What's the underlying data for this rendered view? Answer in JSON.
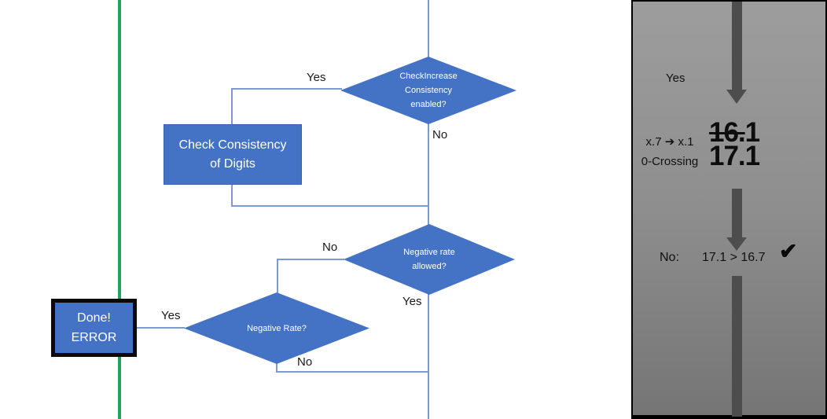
{
  "colors": {
    "shape_blue": "#4472C4",
    "connector_blue": "#7C99D3",
    "divider_green": "#1FA45C",
    "panel_arrow_gray": "#4D4D4D",
    "panel_gray_top": "#9D9D9D",
    "panel_gray_bottom": "#757575"
  },
  "flowchart": {
    "decision_check_increase": {
      "line1": "CheckIncrease",
      "line2": "Consistency",
      "line3": "enabled?"
    },
    "process_check_consistency": {
      "line1": "Check Consistency",
      "line2": "of Digits"
    },
    "decision_negative_rate_allowed": {
      "line1": "Negative rate",
      "line2": "allowed?"
    },
    "decision_negative_rate": {
      "label": "Negative Rate?"
    },
    "terminator_done": {
      "line1": "Done!",
      "line2": "ERROR"
    },
    "edge_labels": {
      "check_increase_yes": "Yes",
      "check_increase_no": "No",
      "negative_allowed_no": "No",
      "negative_allowed_yes": "Yes",
      "negative_rate_yes": "Yes",
      "negative_rate_no": "No"
    }
  },
  "side_panel": {
    "yes_label": "Yes",
    "note_line1": "x.7 ➔ x.1",
    "note_line2": "0-Crossing",
    "old_value_struck": "16.",
    "old_value_rest": "1",
    "new_value": "17.1",
    "result_label": "No:",
    "result_comparison": "17.1 > 16.7",
    "check_icon": "✔"
  }
}
